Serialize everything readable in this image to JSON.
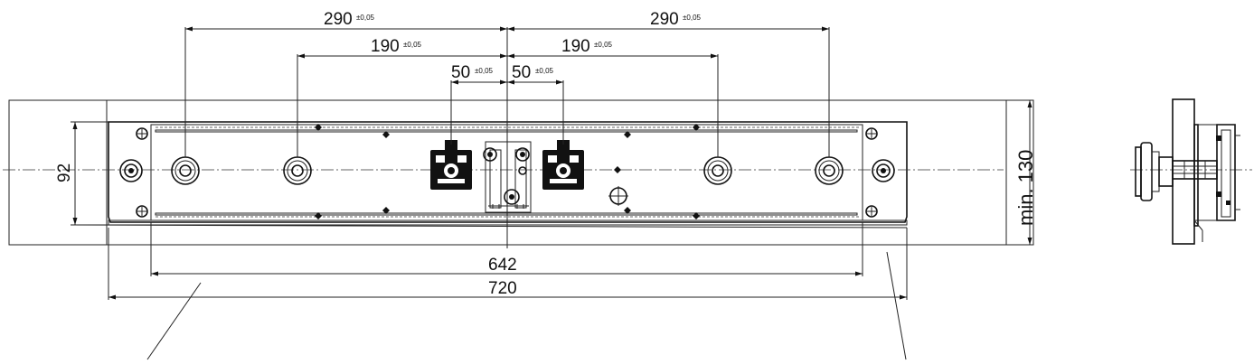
{
  "dimensions": {
    "outer_left_290": {
      "value": "290",
      "tol": "±0,05"
    },
    "outer_right_290": {
      "value": "290",
      "tol": "±0,05"
    },
    "mid_left_190": {
      "value": "190",
      "tol": "±0,05"
    },
    "mid_right_190": {
      "value": "190",
      "tol": "±0,05"
    },
    "inner_left_50": {
      "value": "50",
      "tol": "±0,05"
    },
    "inner_right_50": {
      "value": "50",
      "tol": "±0,05"
    },
    "height_92": {
      "value": "92"
    },
    "min_height": {
      "value": "min. 130"
    },
    "width_642": {
      "value": "642"
    },
    "width_720": {
      "value": "720"
    }
  }
}
